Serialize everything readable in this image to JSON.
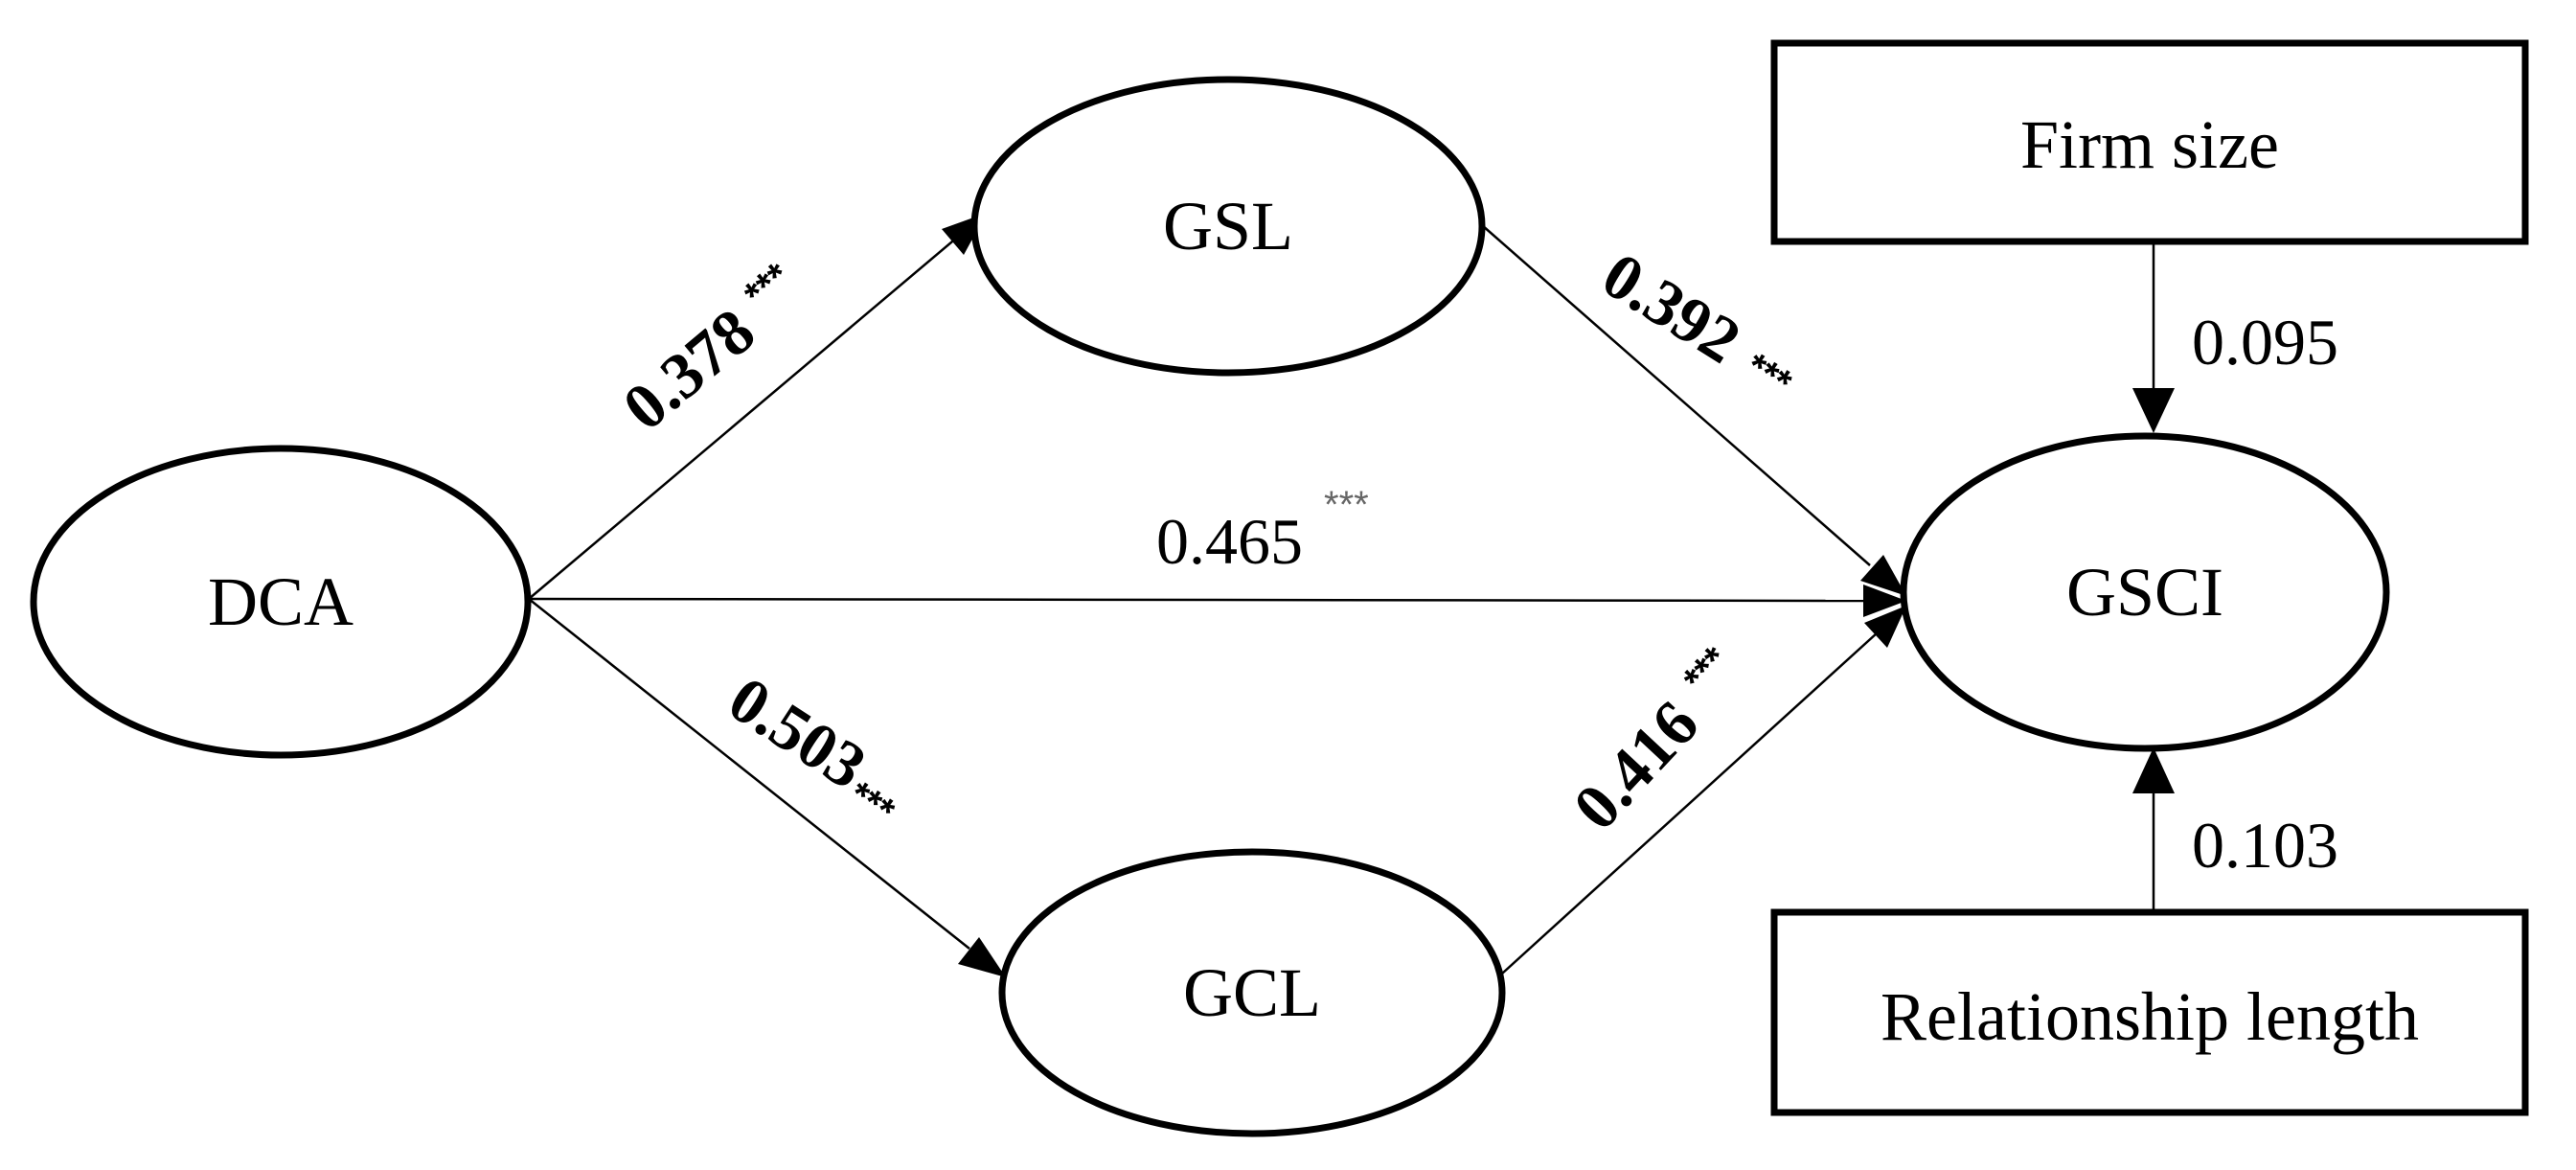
{
  "nodes": {
    "dca": {
      "label": "DCA"
    },
    "gsl": {
      "label": "GSL"
    },
    "gcl": {
      "label": "GCL"
    },
    "gsci": {
      "label": "GSCI"
    },
    "firm_size": {
      "label": "Firm size"
    },
    "relationship_length": {
      "label": "Relationship length"
    }
  },
  "edges": {
    "dca_gsl": {
      "coef": "0.378",
      "sig": "***"
    },
    "gsl_gsci": {
      "coef": "0.392",
      "sig": "***"
    },
    "dca_gsci": {
      "coef": "0.465",
      "sig": "***"
    },
    "dca_gcl": {
      "coef": "0.503",
      "sig": "***"
    },
    "gcl_gsci": {
      "coef": "0.416",
      "sig": "***"
    },
    "firm_size_gsci": {
      "coef": "0.095"
    },
    "relationship_length_gsci": {
      "coef": "0.103"
    }
  }
}
